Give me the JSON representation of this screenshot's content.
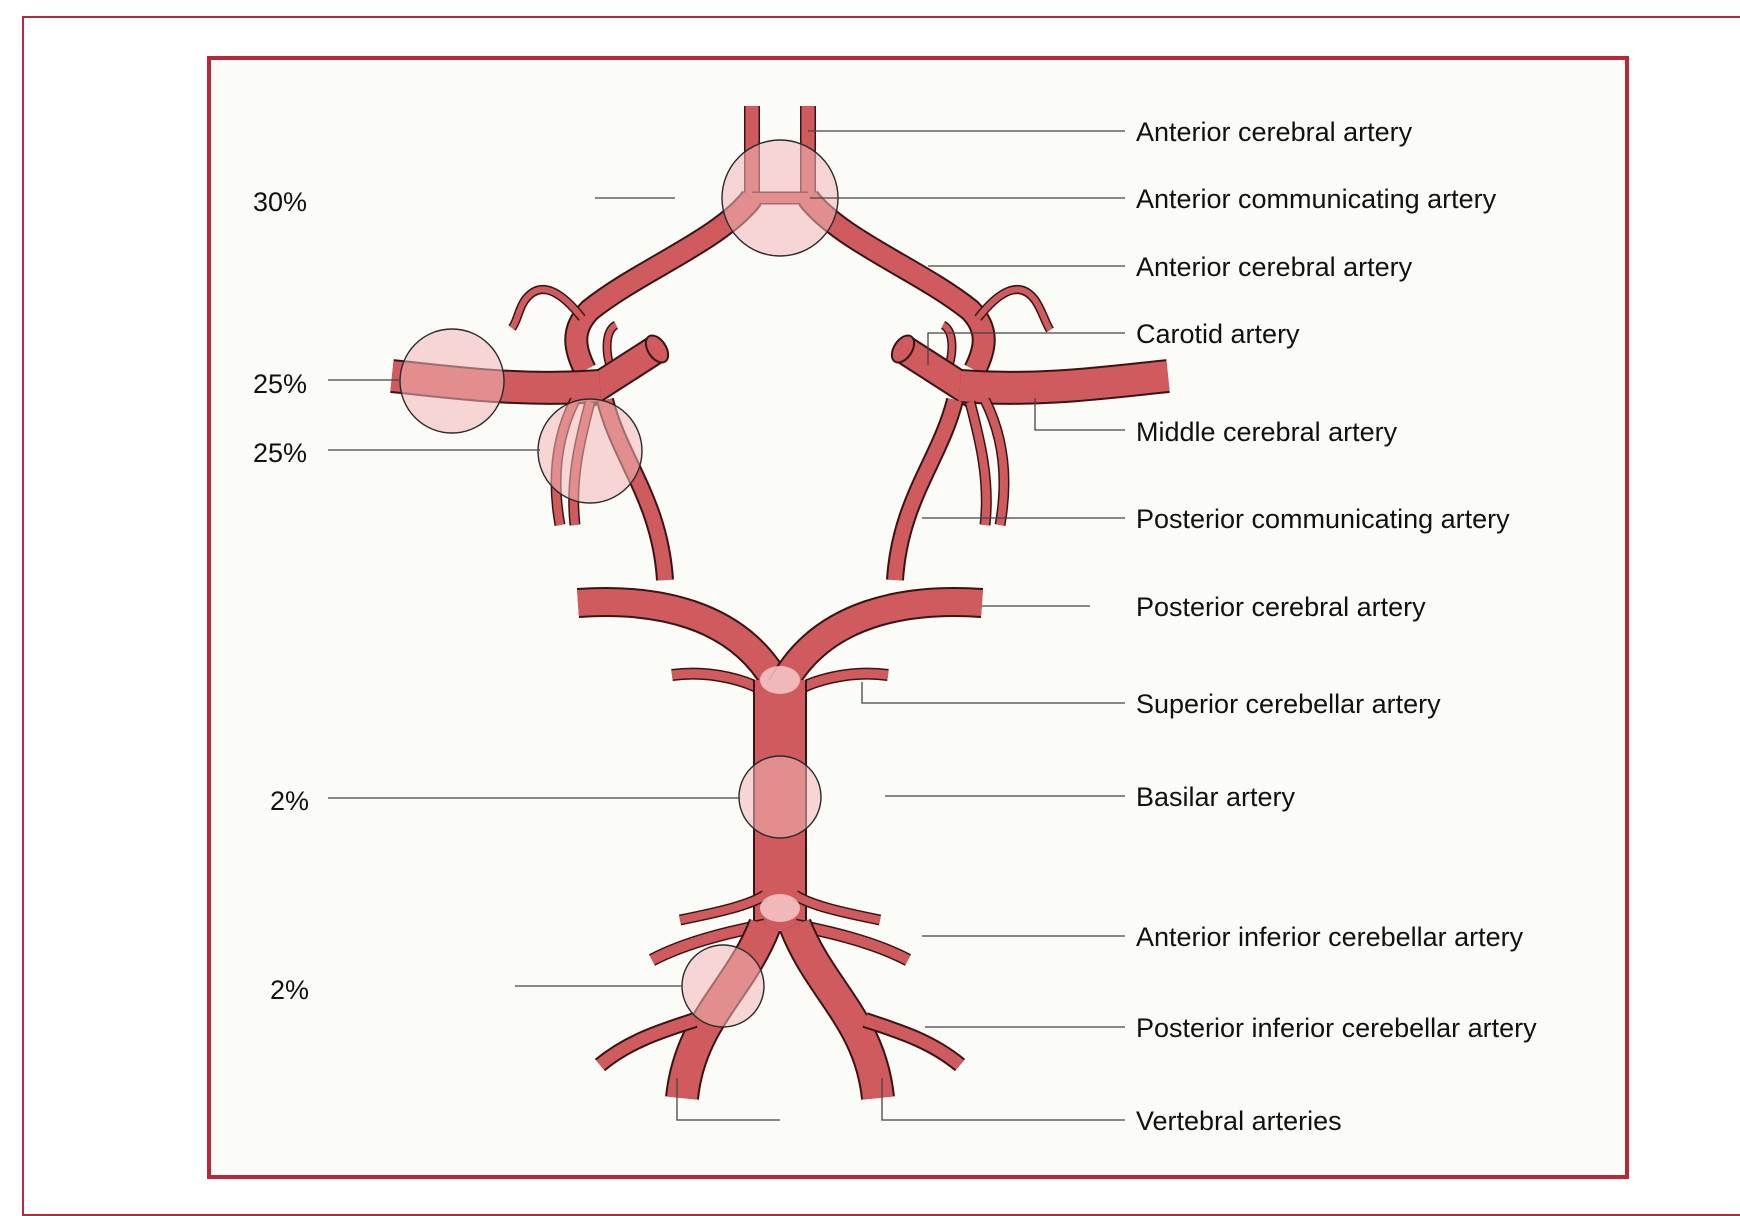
{
  "colors": {
    "frame": "#b8283a",
    "panel": "#fbfbf8",
    "artery": "#cf5b5e",
    "highlight": "#f2b6b6"
  },
  "labels": {
    "anterior_cerebral_top": "Anterior cerebral artery",
    "anterior_communicating": "Anterior communicating artery",
    "anterior_cerebral_mid": "Anterior cerebral artery",
    "carotid": "Carotid artery",
    "middle_cerebral": "Middle cerebral artery",
    "posterior_communicating": "Posterior communicating artery",
    "posterior_cerebral": "Posterior cerebral artery",
    "superior_cerebellar": "Superior cerebellar artery",
    "basilar": "Basilar artery",
    "anterior_inferior_cerebellar": "Anterior inferior cerebellar artery",
    "posterior_inferior_cerebellar": "Posterior inferior cerebellar artery",
    "vertebral": "Vertebral arteries"
  },
  "percentages": {
    "acom": "30%",
    "mca": "25%",
    "pcom": "25%",
    "basilar": "2%",
    "pica": "2%"
  }
}
